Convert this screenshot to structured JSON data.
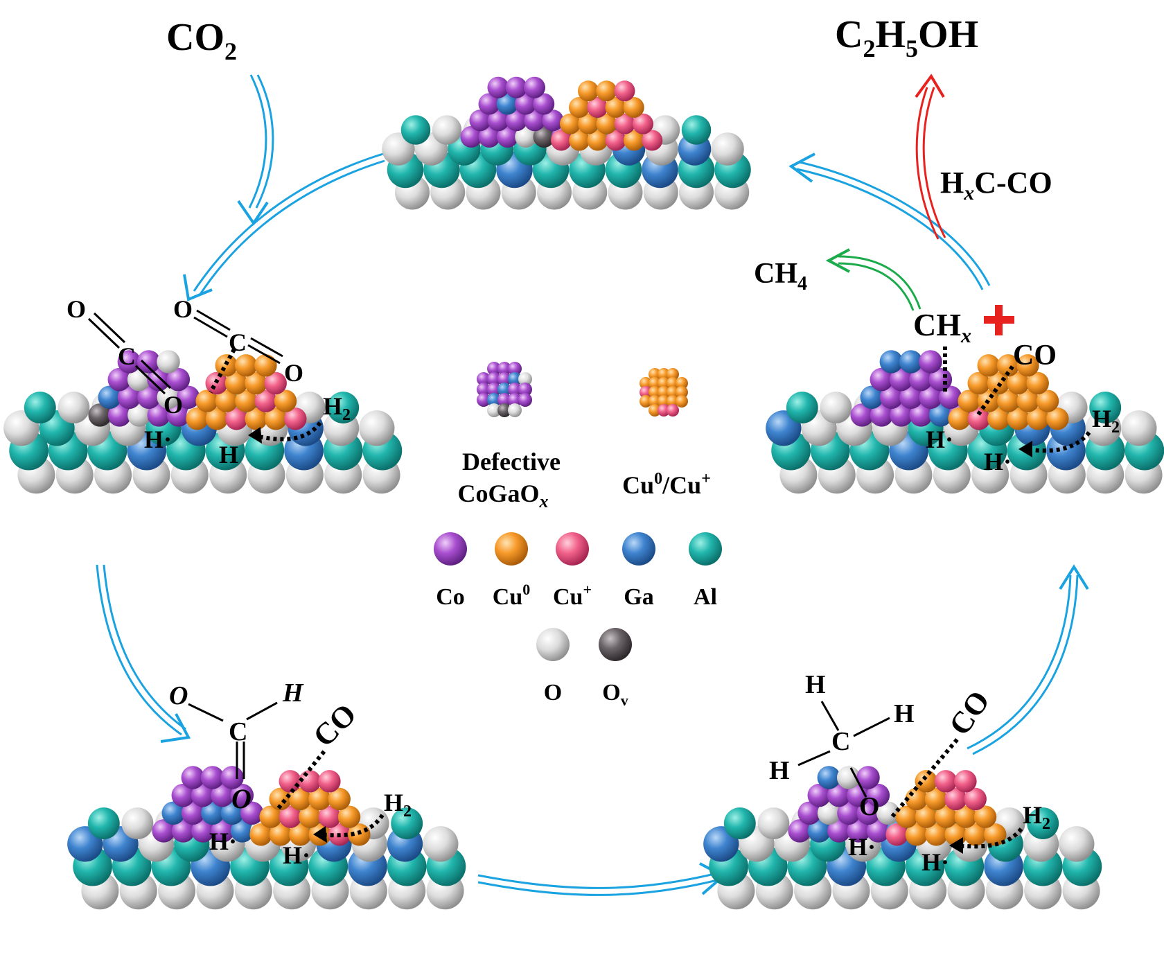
{
  "species": {
    "co2": {
      "base": "CO",
      "sub": "2"
    },
    "ethanol": {
      "parts": [
        "C",
        "2",
        "H",
        "5",
        "OH"
      ]
    },
    "hxc_co": {
      "h": "H",
      "x": "x",
      "rest": "C-CO"
    },
    "ch4": {
      "base": "CH",
      "sub": "4"
    },
    "chx": {
      "base": "CH",
      "sub": "x"
    }
  },
  "intermediates": {
    "panel_left": {
      "o_top1": "O",
      "c1": "C",
      "o_surf": "O",
      "o_top2": "O",
      "c2": "C",
      "o_side": "O",
      "h_surf": "H·",
      "h_cu": "H",
      "h2": "H",
      "h2_sub": "2"
    },
    "panel_bottom_left": {
      "o": "O",
      "h": "H",
      "c": "C",
      "o_surf": "O",
      "co": "CO",
      "h_surf": "H·",
      "h_cu": "H·",
      "h2": "H",
      "h2_sub": "2"
    },
    "panel_bottom_right": {
      "h_top": "H",
      "h_right": "H",
      "c": "C",
      "h_left": "H",
      "o_surf": "O",
      "co": "CO",
      "h_surf": "H·",
      "h_cu": "H·",
      "h2": "H",
      "h2_sub": "2"
    },
    "panel_right": {
      "co": "CO",
      "h_surf": "H·",
      "h_cu": "H·",
      "h2": "H",
      "h2_sub": "2"
    }
  },
  "legend": {
    "cogaox_label1": "Defective",
    "cogaox_label2": "CoGaO",
    "cogaox_sub": "x",
    "cu_label": {
      "cu0": "Cu",
      "sup0": "0",
      "slash": "/Cu",
      "supplus": "+"
    },
    "elements": [
      {
        "symbol": "Co",
        "sup": "",
        "sub": "",
        "color": "#a94fd0"
      },
      {
        "symbol": "Cu",
        "sup": "0",
        "sub": "",
        "color": "#f79a2a"
      },
      {
        "symbol": "Cu",
        "sup": "+",
        "sub": "",
        "color": "#f2628a"
      },
      {
        "symbol": "Ga",
        "sup": "",
        "sub": "",
        "color": "#3f84cf"
      },
      {
        "symbol": "Al",
        "sup": "",
        "sub": "",
        "color": "#21b6ad"
      },
      {
        "symbol": "O",
        "sup": "",
        "sub": "",
        "color": "#d9d9d9"
      },
      {
        "symbol": "O",
        "sup": "",
        "sub": "v",
        "color": "#6b6468"
      }
    ]
  },
  "colors": {
    "cycle_arrow": "#1aa3e0",
    "product_arrow": "#e8231f",
    "ch4_arrow": "#1bab4a",
    "plus_sign": "#e8231f",
    "co": "#a94fd0",
    "cu0": "#f79a2a",
    "cuplus": "#f2628a",
    "ga": "#3f84cf",
    "al": "#21b6ad",
    "o": "#d9d9d9",
    "ov": "#6b6468"
  }
}
